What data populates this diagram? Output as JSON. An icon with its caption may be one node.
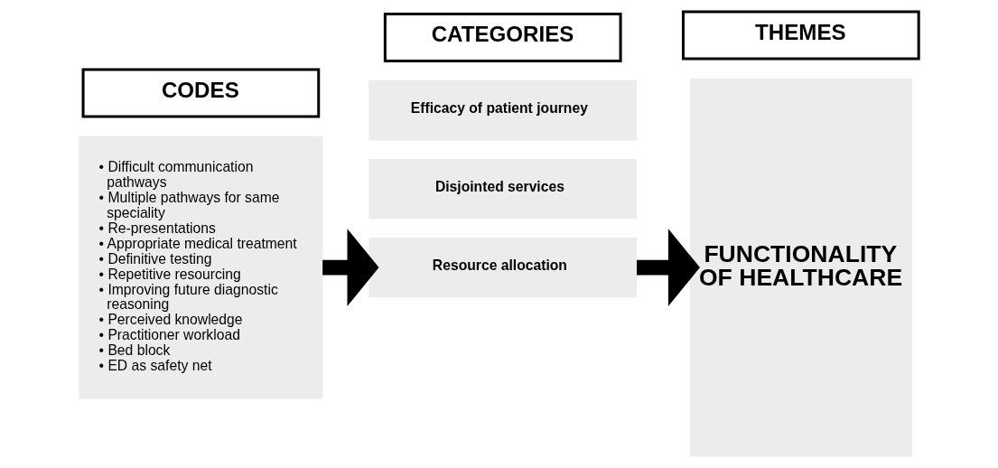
{
  "diagram": {
    "nodes": [
      {
        "text": [
          "CODES"
        ]
      },
      {
        "text": [
          "CATEGORIES"
        ]
      },
      {
        "text": [
          "THEMES"
        ]
      },
      {
        "text": [
          "• Difficult communication pathways",
          "• Multiple pathways for same speciality",
          "• Re-presentations",
          "• Appropriate medical treatment",
          "• Definitive testing",
          "• Repetitive resourcing",
          "• Improving future diagnostic reasoning",
          "• Perceived knowledge",
          "• Practitioner workload",
          "• Bed block",
          "• ED as safety net"
        ]
      },
      {
        "text": [
          "Efficacy of patient journey"
        ]
      },
      {
        "text": [
          "Resource allocation"
        ]
      },
      {
        "text": [
          "Disjointed services"
        ]
      },
      {
        "text": [
          "FUNCTIONALITY OF HEALTHCARE"
        ]
      }
    ],
    "edges": [
      {
        "from": 3,
        "to": 5,
        "arrow": "to"
      },
      {
        "from": 5,
        "to": 7,
        "arrow": "to"
      }
    ]
  }
}
